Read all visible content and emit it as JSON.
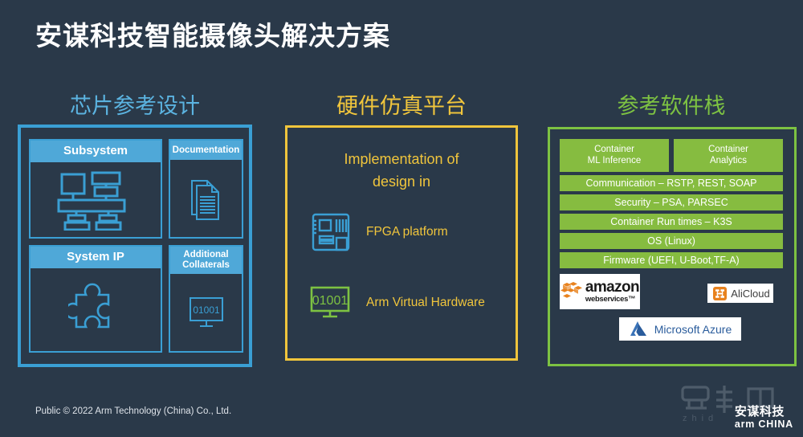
{
  "slide": {
    "title": "安谋科技智能摄像头解决方案",
    "background_color": "#2a3949",
    "footer": "Public © 2022 Arm Technology (China) Co., Ltd."
  },
  "columns": [
    {
      "header": "芯片参考设计",
      "accent": "#3a9fd4"
    },
    {
      "header": "硬件仿真平台",
      "accent": "#f0c53c"
    },
    {
      "header": "参考软件栈",
      "accent": "#7dc242"
    }
  ],
  "chip_design": {
    "cards": [
      {
        "title": "Subsystem",
        "icon": "block-diagram-icon"
      },
      {
        "title": "Documentation",
        "icon": "documents-icon"
      },
      {
        "title": "System IP",
        "icon": "puzzle-piece-icon"
      },
      {
        "title": "Additional Collaterals",
        "icon": "monitor-binary-icon"
      }
    ]
  },
  "hardware_platform": {
    "intro_line1": "Implementation of",
    "intro_line2": "design in",
    "items": [
      {
        "label": "FPGA platform",
        "icon": "fpga-board-icon",
        "icon_color": "#3a9fd4"
      },
      {
        "label": "Arm Virtual Hardware",
        "icon": "monitor-binary-icon",
        "icon_color": "#7dc242"
      }
    ],
    "binary_text": "01001"
  },
  "software_stack": {
    "containers": [
      {
        "line1": "Container",
        "line2": "ML Inference"
      },
      {
        "line1": "Container",
        "line2": "Analytics"
      }
    ],
    "layers": [
      "Communication – RSTP, REST, SOAP",
      "Security – PSA, PARSEC",
      "Container Run times – K3S",
      "OS (Linux)",
      "Firmware (UEFI, U-Boot,TF-A)"
    ],
    "clouds": [
      {
        "name": "amazon",
        "sub": "webservices™"
      },
      {
        "name": "AliCloud"
      },
      {
        "name": "Microsoft Azure"
      }
    ]
  },
  "branding": {
    "watermark": "zhid",
    "armchina_cn": "安谋科技",
    "armchina_en": "arm CHINA"
  }
}
